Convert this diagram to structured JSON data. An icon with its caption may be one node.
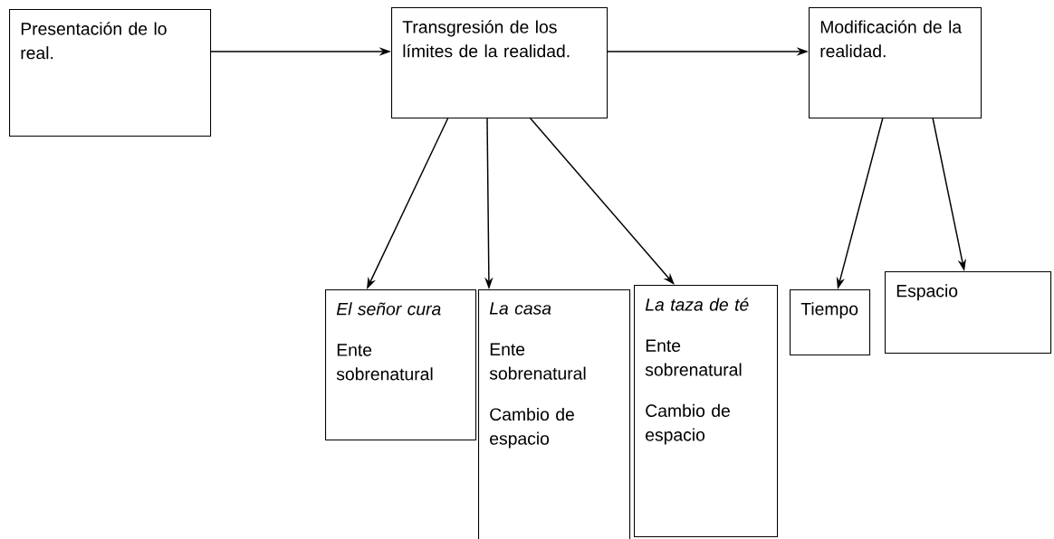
{
  "diagram": {
    "nodes": [
      {
        "text": [
          "Presentación de lo real."
        ]
      },
      {
        "text": [
          "Transgresión de los límites de la realidad."
        ]
      },
      {
        "text": [
          "Modificación de la realidad."
        ]
      },
      {
        "text": [
          "El señor cura",
          "Ente sobrenatural"
        ]
      },
      {
        "text": [
          "La casa",
          "Ente sobrenatural",
          "Cambio de espacio"
        ]
      },
      {
        "text": [
          "La taza de té",
          "Ente sobrenatural",
          "Cambio de espacio"
        ]
      },
      {
        "text": [
          "Tiempo"
        ]
      },
      {
        "text": [
          "Espacio"
        ]
      }
    ],
    "edges": [
      {
        "from": 0,
        "to": 1,
        "arrow": "to"
      },
      {
        "from": 1,
        "to": 2,
        "arrow": "to"
      },
      {
        "from": 1,
        "to": 3,
        "arrow": "to"
      },
      {
        "from": 1,
        "to": 4,
        "arrow": "to"
      },
      {
        "from": 1,
        "to": 5,
        "arrow": "to"
      },
      {
        "from": 2,
        "to": 6,
        "arrow": "to"
      },
      {
        "from": 2,
        "to": 7,
        "arrow": "to"
      }
    ]
  }
}
